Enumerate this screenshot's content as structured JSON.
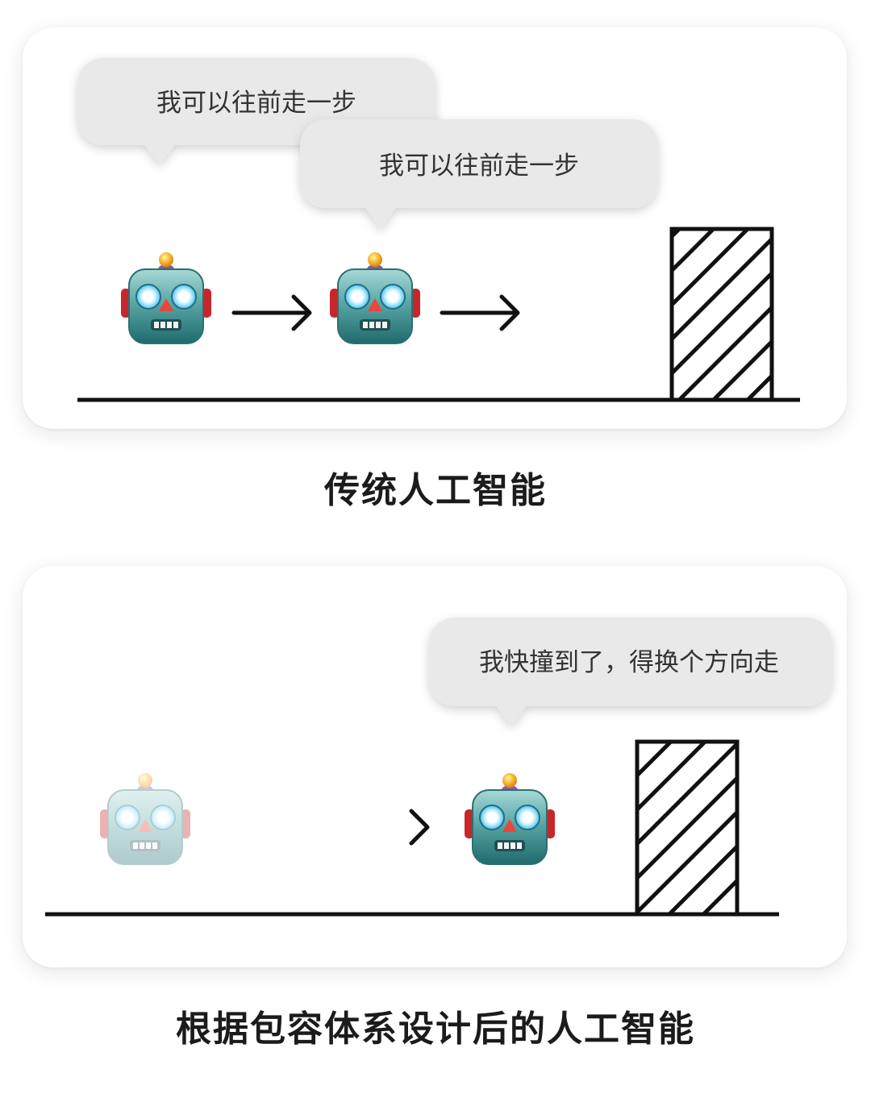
{
  "panel_top": {
    "bubble_1": "我可以往前走一步",
    "bubble_2": "我可以往前走一步",
    "caption": "传统人工智能"
  },
  "panel_bottom": {
    "bubble": "我快撞到了，得换个方向走",
    "caption": "根据包容体系设计后的人工智能"
  },
  "icons": [
    "robot-icon",
    "arrow-right-icon",
    "wall-obstacle-icon"
  ],
  "colors": {
    "bubble_fill": "#e9e9e9",
    "text": "#333333",
    "caption": "#1b1b1b",
    "robot_face": "#5aa7a5",
    "robot_nose": "#e8473a",
    "robot_antenna": "#f2a51f"
  }
}
